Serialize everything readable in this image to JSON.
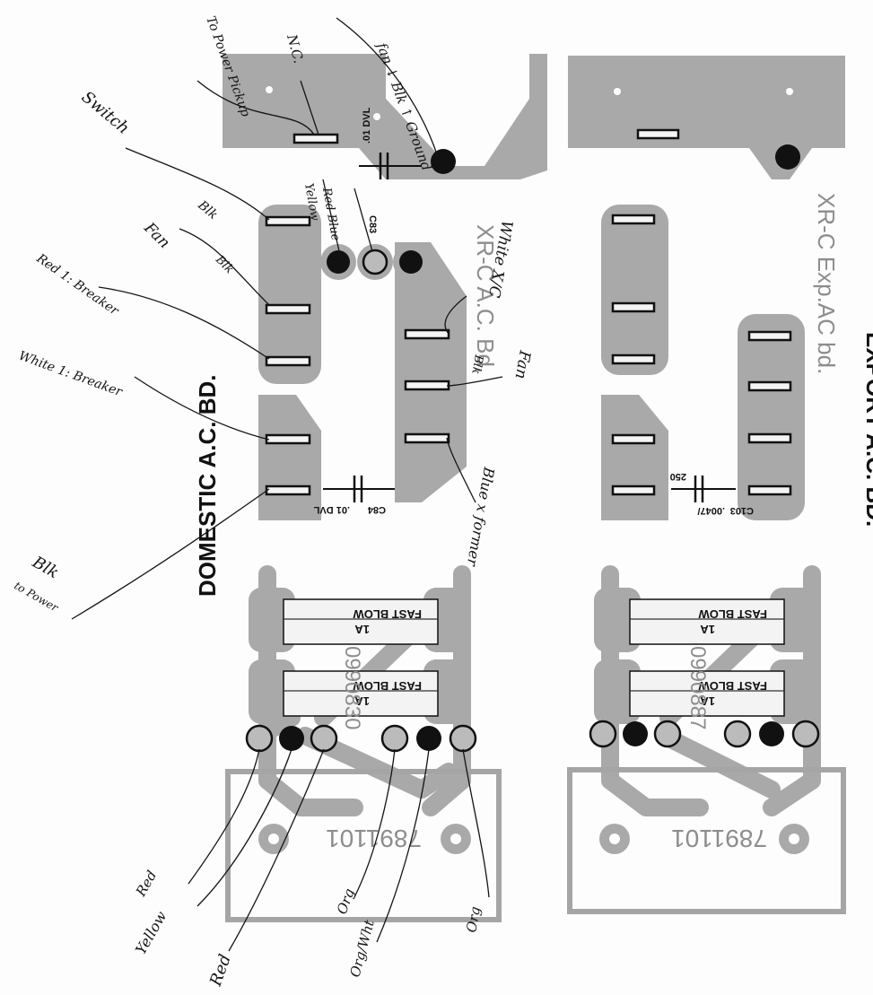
{
  "boards": {
    "domestic": {
      "title": "DOMESTIC A.C. BD.",
      "silk_id": "XR-C A.C. Bd.",
      "part_no": "7891101",
      "fuse_part_no": "0990830",
      "fuse_label_1": "FAST BLOW",
      "fuse_label_2": "1A",
      "cap_c83": "C83",
      "cap_c83_value": ".01 DVL",
      "cap_c84": "C84",
      "cap_c84_value": ".01 DVL"
    },
    "export": {
      "title": "EXPORT A.C. BD.",
      "silk_id": "XR-C Exp.AC bd.",
      "part_no": "7891101",
      "fuse_part_no": "0990887",
      "fuse_label_1": "FAST BLOW",
      "fuse_label_2": "1A",
      "cap_c103": "C103",
      "cap_c103_value": ".0047/",
      "cap_c103_voltage": "250"
    }
  },
  "annotations": {
    "to_power_pickup": "To Power Pickup",
    "nc": "N.C.",
    "switch": "Switch",
    "blk_switch": "Blk",
    "fan_top": "fan ↓ Blk ↑ Ground",
    "yellow": "Yellow",
    "red_blue": "Red Blue",
    "fan_blk": "Fan",
    "blk_fan": "Blk",
    "red_breaker": "Red 1: Breaker",
    "white_breaker": "White 1: Breaker",
    "blk_power": "Blk",
    "to_power": "to Power",
    "white_xfc": "White X/C",
    "blk_fan_mid": "Blk",
    "fan_mid": "Fan",
    "blue_xformer": "Blue x former",
    "red_1": "Red",
    "yellow_bottom": "Yellow",
    "red_2": "Red",
    "org_white": "Org/Wht",
    "org_1": "Org",
    "org_2": "Org"
  },
  "icons": [
    "mounting-hole-icon",
    "fuse-icon",
    "capacitor-icon",
    "pin-slot-icon",
    "solder-pad-icon"
  ],
  "colors": {
    "copper": "#a9a9a9",
    "ink": "#141414",
    "paper": "#fdfdfd"
  }
}
